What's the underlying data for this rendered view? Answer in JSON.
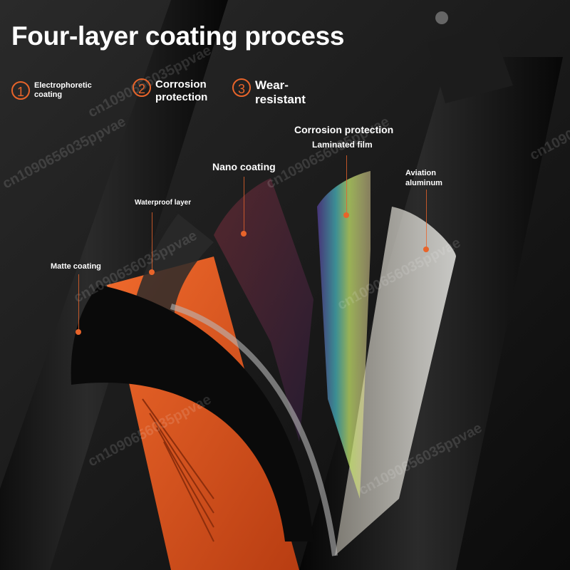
{
  "title": "Four-layer coating process",
  "steps": [
    {
      "number": "1",
      "text": "Electrophoretic coating"
    },
    {
      "number": "2",
      "text": "Corrosion protection"
    },
    {
      "number": "3",
      "text": "Wear-resistant"
    }
  ],
  "layer_labels": {
    "corrosion_protection": "Corrosion protection",
    "laminated_film": "Laminated film",
    "nano_coating": "Nano coating",
    "aviation_aluminum": "Aviation aluminum",
    "waterproof_layer": "Waterproof layer",
    "matte_coating": "Matte coating"
  },
  "watermark": "cn1090656035ppvae",
  "colors": {
    "accent": "#e8642a",
    "background": "#161616",
    "tube": "#0e0e0e",
    "orange_frame": "#e0531f"
  }
}
